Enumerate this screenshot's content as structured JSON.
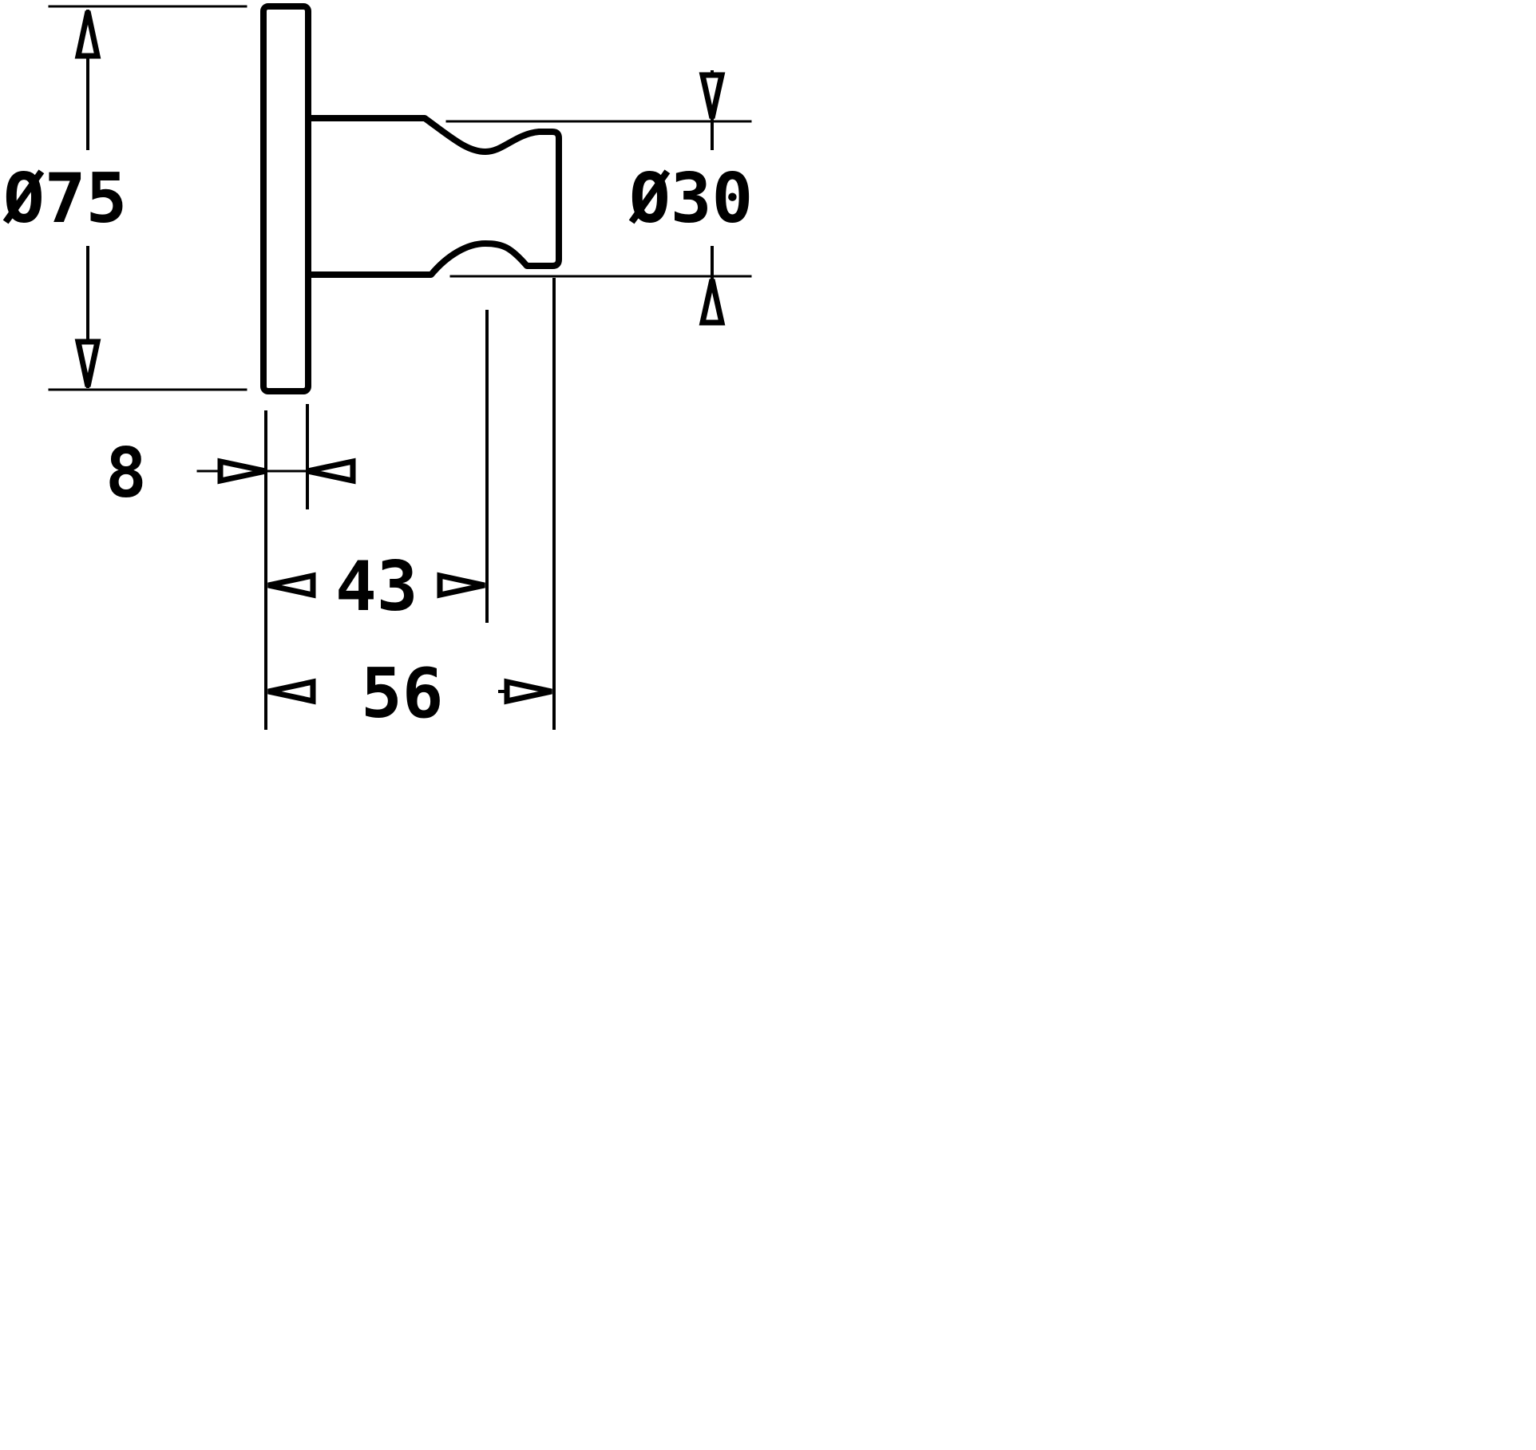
{
  "dimensions": {
    "flange_diameter": "Ø75",
    "hook_diameter": "Ø30",
    "flange_thickness": "8",
    "hook_groove_depth": "43",
    "overall_projection": "56"
  },
  "colors": {
    "line": "#000000",
    "background": "#ffffff"
  }
}
